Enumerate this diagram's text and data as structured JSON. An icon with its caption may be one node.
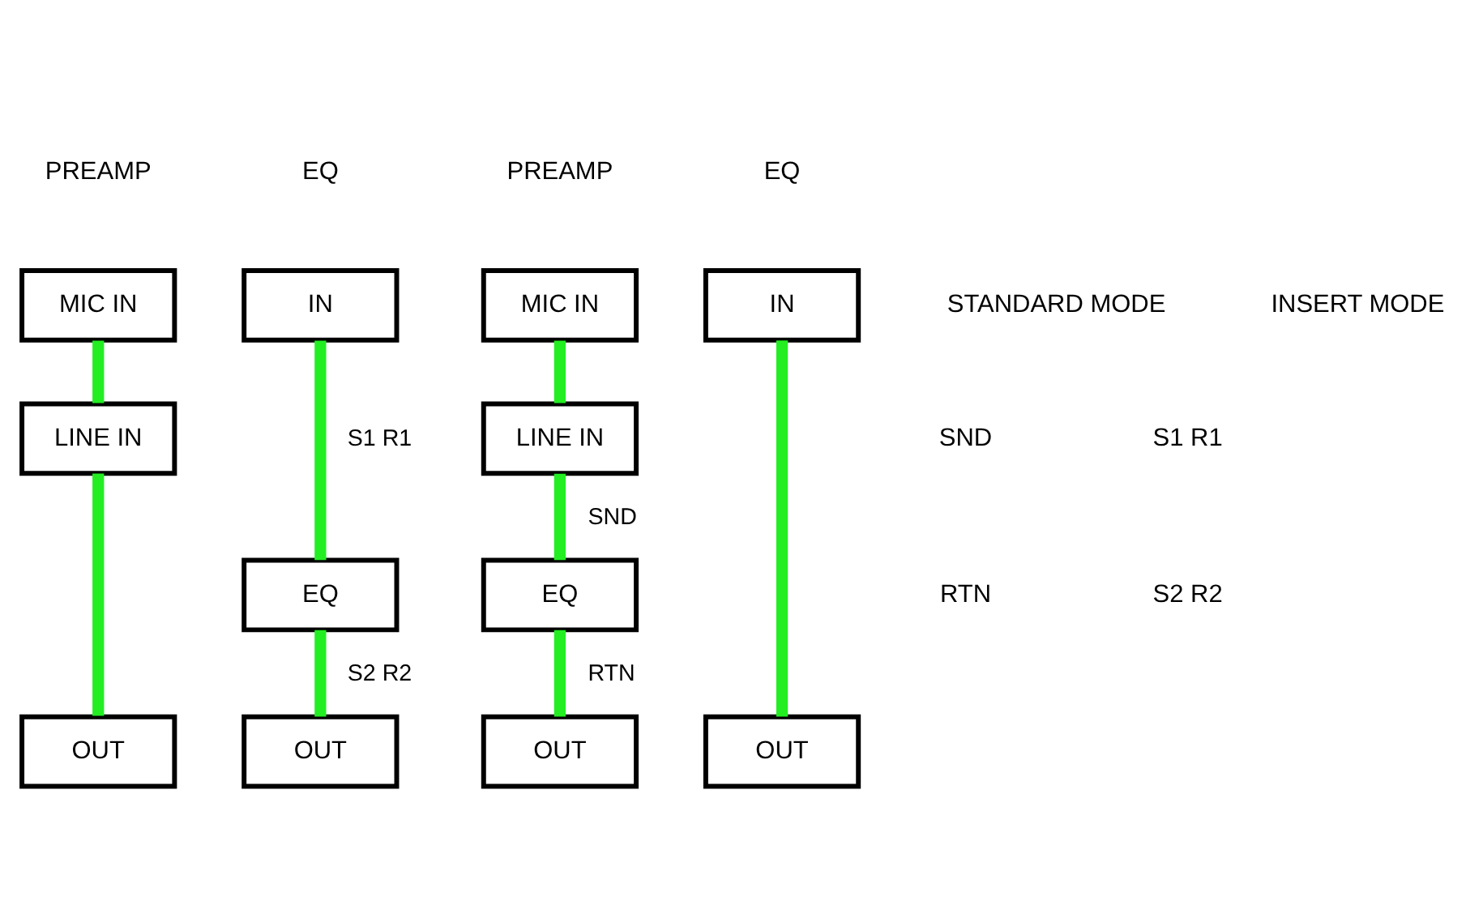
{
  "diagram": {
    "nodes": [
      {
        "text": [
          "MIC IN"
        ]
      },
      {
        "text": [
          "LINE IN"
        ]
      },
      {
        "text": [
          "OUT"
        ]
      },
      {
        "text": [
          "IN"
        ]
      },
      {
        "text": [
          "EQ"
        ]
      },
      {
        "text": [
          "OUT"
        ]
      },
      {
        "text": [
          "MIC IN"
        ]
      },
      {
        "text": [
          "LINE IN"
        ]
      },
      {
        "text": [
          "OUT"
        ]
      },
      {
        "text": [
          "IN"
        ]
      },
      {
        "text": [
          "EQ"
        ]
      },
      {
        "text": [
          "OUT"
        ]
      }
    ],
    "edges": [
      {
        "from": 0,
        "to": 1,
        "arrow": "none"
      },
      {
        "from": 1,
        "to": 2,
        "arrow": "none"
      },
      {
        "from": 3,
        "to": 4,
        "arrow": "none",
        "label": "S1 R1"
      },
      {
        "from": 4,
        "to": 5,
        "arrow": "none",
        "label": "S2 R2"
      },
      {
        "from": 6,
        "to": 7,
        "arrow": "none"
      },
      {
        "from": 7,
        "to": 10,
        "arrow": "none",
        "label": "SND"
      },
      {
        "from": 10,
        "to": 8,
        "arrow": "none",
        "label": "RTN"
      },
      {
        "from": 9,
        "to": 11,
        "arrow": "none"
      }
    ],
    "labels": [
      "PREAMP",
      "EQ",
      "PREAMP",
      "EQ",
      "STANDARD MODE",
      "INSERT MODE",
      "SND",
      "RTN",
      "S1 R1",
      "S2 R2"
    ]
  }
}
